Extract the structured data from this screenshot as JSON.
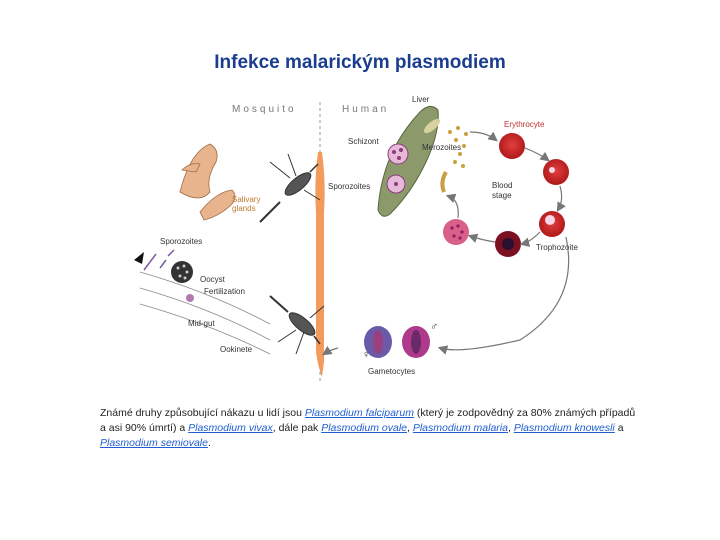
{
  "title": "Infekce malarickým plasmodiem",
  "diagram": {
    "headers": {
      "mosquito": "Mosquito",
      "human": "Human"
    },
    "labels": {
      "liver": "Liver",
      "schizont": "Schizont",
      "merozoites": "Merozoites",
      "sporozoites_human": "Sporozoites",
      "erythrocyte": "Erythrocyte",
      "blood_stage_1": "Blood",
      "blood_stage_2": "stage",
      "trophozoite": "Trophozoite",
      "gametocytes": "Gametocytes",
      "salivary_1": "Salivary",
      "salivary_2": "glands",
      "sporozoites_mosquito": "Sporozoites",
      "oocyst": "Oocyst",
      "fertilization": "Fertilization",
      "midgut": "Mid-gut",
      "ookinete": "Ookinete",
      "male_symbol": "♂",
      "female_symbol": "♀"
    }
  },
  "caption": {
    "t1": "Známé druhy způsobující nákazu u lidí jsou ",
    "l1": "Plasmodium falciparum",
    "t2": " (který je zodpovědný za 80% známých případů a asi 90% úmrtí) a ",
    "l2": "Plasmodium vivax",
    "t3": ", dále pak ",
    "l3": "Plasmodium ovale",
    "t4": ", ",
    "l4": "Plasmodium malaria",
    "t5": ", ",
    "l5": "Plasmodium knowesli",
    "t6": " a ",
    "l6": "Plasmodium semiovale",
    "t7": "."
  }
}
